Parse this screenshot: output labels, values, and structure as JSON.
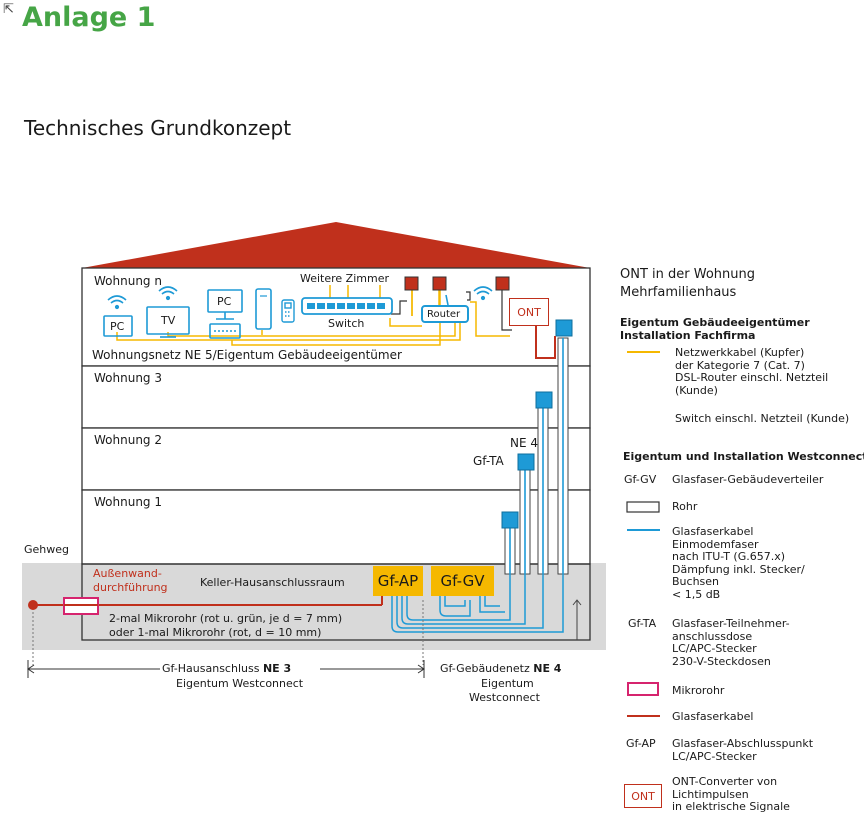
{
  "header": {
    "title": "Anlage 1",
    "subtitle": "Technisches Grundkonzept"
  },
  "diagram": {
    "floors": {
      "top": "Wohnung n",
      "w3": "Wohnung 3",
      "w2": "Wohnung 2",
      "w1": "Wohnung 1"
    },
    "devices": {
      "pc1": "PC",
      "tv": "TV",
      "pc2": "PC",
      "switch": "Switch",
      "weitere": "Weitere Zimmer",
      "router": "Router",
      "ont": "ONT"
    },
    "wohnungsnetz": "Wohnungsnetz NE 5/Eigentum Gebäudeeigentümer",
    "ne4": "NE 4",
    "gf_ta": "Gf-TA",
    "gehweg": "Gehweg",
    "aussen_line1": "Außenwand-",
    "aussen_line2": "durchführung",
    "keller": "Keller-Hausanschlussraum",
    "gf_ap": "Gf-AP",
    "gf_gv": "Gf-GV",
    "mikrorohr_line1": "2-mal Mikrorohr (rot u. grün, je d = 7 mm)",
    "mikrorohr_line2": "oder 1-mal Mikrorohr (rot, d = 10 mm)",
    "hausanschluss_prefix": "Gf-Hausanschluss",
    "hausanschluss_ne": "NE 3",
    "hausanschluss_owner": "Eigentum Westconnect",
    "gebaeudenetz_prefix": "Gf-Gebäudenetz",
    "gebaeudenetz_ne": "NE 4",
    "gebaeudenetz_owner1": "Eigentum",
    "gebaeudenetz_owner2": "Westconnect"
  },
  "legend": {
    "title_line1": "ONT in der Wohnung",
    "title_line2": "Mehrfamilienhaus",
    "section1_line1": "Eigentum Gebäudeeigentümer",
    "section1_line2": "Installation Fachfirma",
    "netz_lines": [
      "Netzwerkkabel (Kupfer)",
      "der Kategorie 7 (Cat. 7)",
      "DSL-Router einschl. Netzteil",
      "(Kunde)"
    ],
    "switch_text": "Switch einschl. Netzteil (Kunde)",
    "section2": "Eigentum und Installation Westconnect",
    "gfgv_code": "Gf-GV",
    "gfgv_text": "Glasfaser-Gebäudeverteiler",
    "rohr": "Rohr",
    "glasfaser_lines": [
      "Glasfaserkabel",
      "Einmodemfaser",
      "nach ITU-T (G.657.x)",
      "Dämpfung inkl. Stecker/",
      "Buchsen",
      "< 1,5 dB"
    ],
    "gfta_code": "Gf-TA",
    "gfta_lines": [
      "Glasfaser-Teilnehmer-",
      "anschlussdose",
      "LC/APC-Stecker",
      "230-V-Steckdosen"
    ],
    "mikrorohr": "Mikrorohr",
    "glasfaserkabel": "Glasfaserkabel",
    "gfap_code": "Gf-AP",
    "gfap_lines": [
      "Glasfaser-Abschlusspunkt",
      "LC/APC-Stecker"
    ],
    "ont_code": "ONT",
    "ont_lines": [
      "ONT-Converter von",
      "Lichtimpulsen",
      "in elektrische Signale"
    ]
  },
  "colors": {
    "green": "#46a546",
    "roof": "#c0301c",
    "copper": "#f5b800",
    "fiber_blue": "#1e9ad6",
    "fiber_red": "#c0301c",
    "micro_tube": "#d6246e",
    "basement": "#d9d9d9"
  }
}
